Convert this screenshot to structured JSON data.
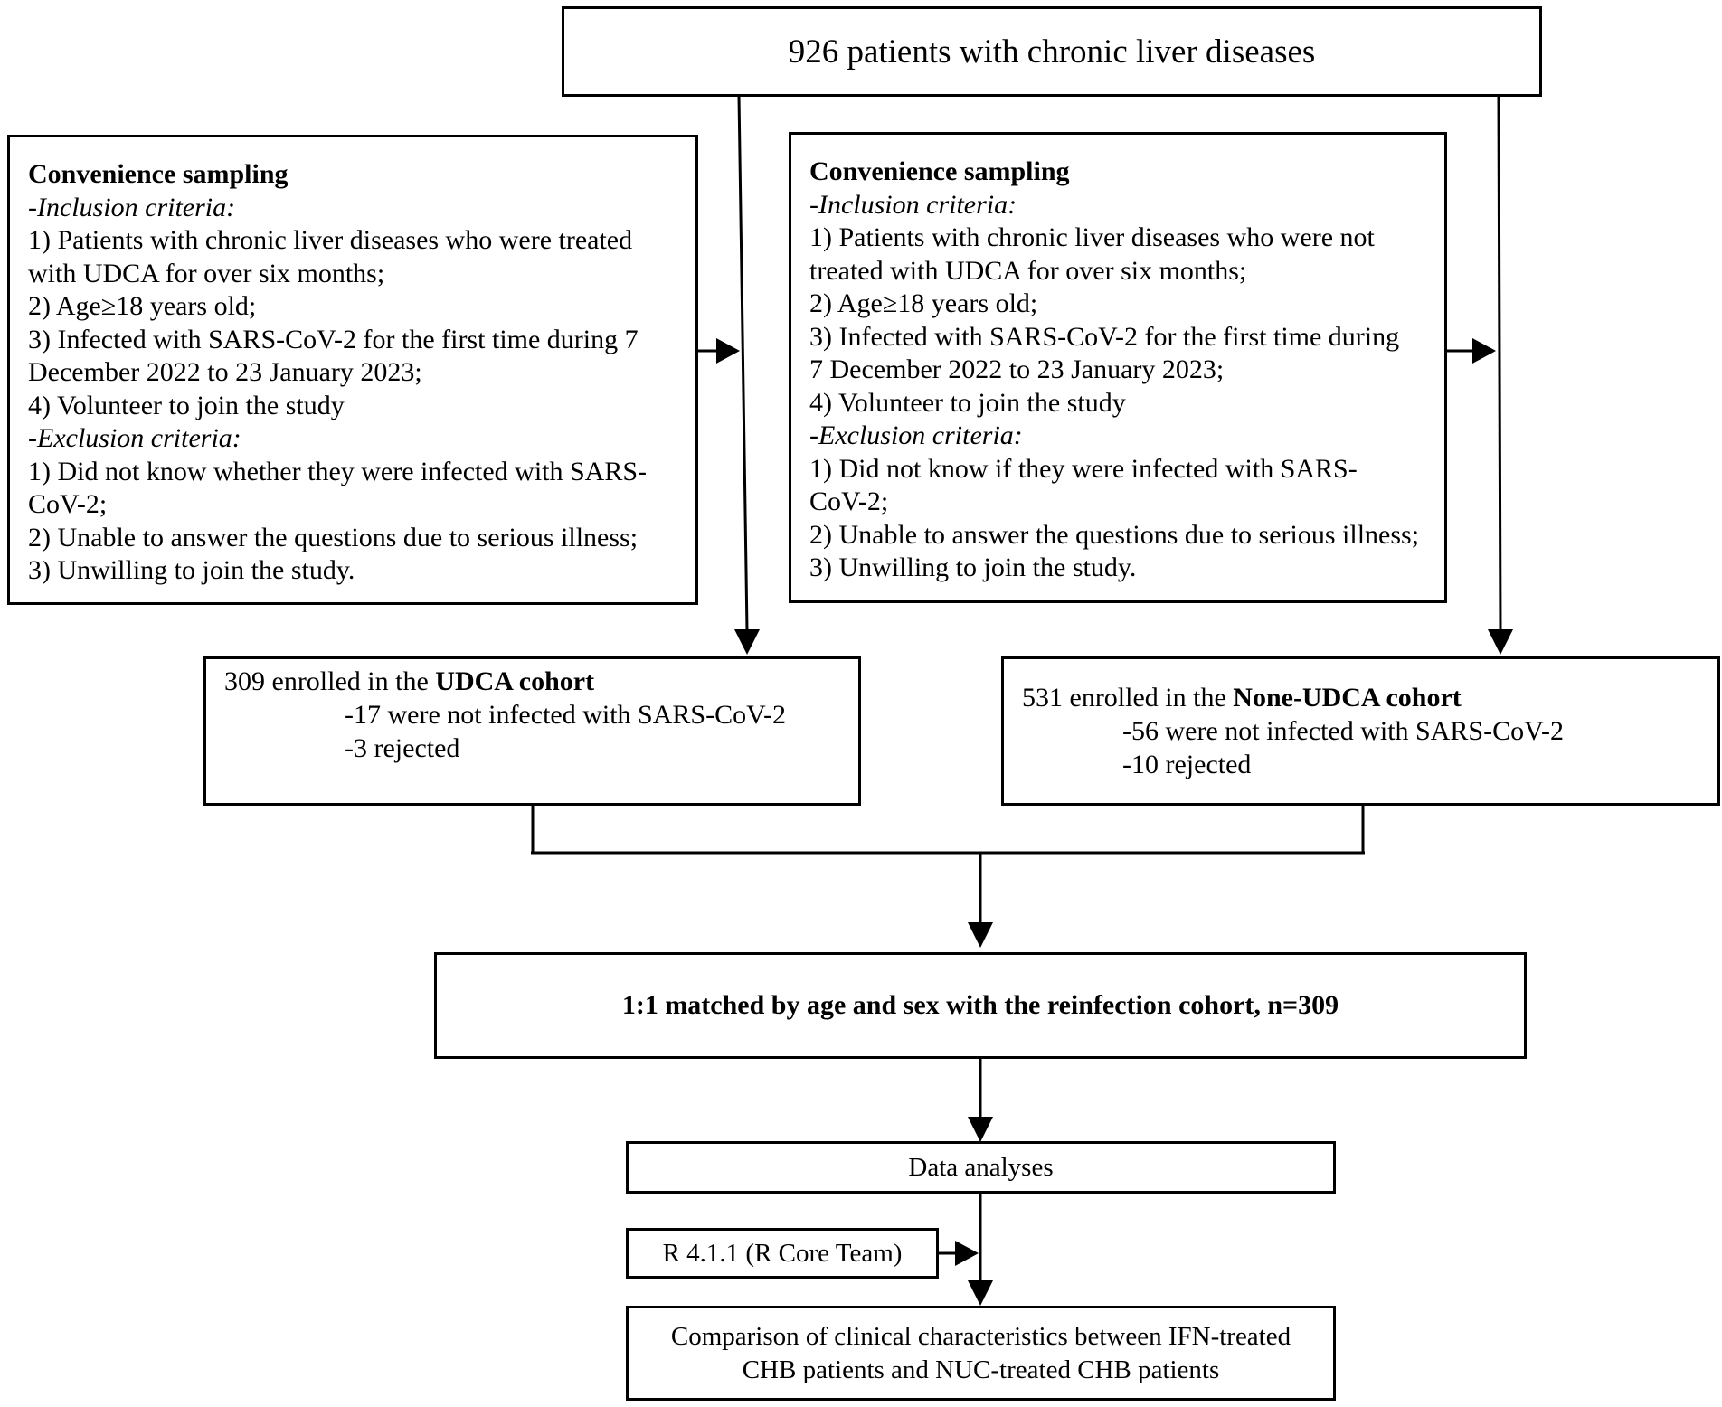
{
  "top": {
    "text": "926 patients with chronic liver diseases"
  },
  "left_criteria": {
    "lines": [
      {
        "text": "Convenience sampling",
        "style": "bold"
      },
      {
        "text": "-Inclusion criteria:",
        "style": "italic"
      },
      {
        "text": "1) Patients with chronic liver diseases who were treated",
        "style": "normal"
      },
      {
        "text": "with UDCA for over six months;",
        "style": "normal"
      },
      {
        "text": "2) Age≥18 years old;",
        "style": "normal"
      },
      {
        "text": "3) Infected with SARS-CoV-2 for the first time during 7",
        "style": "normal"
      },
      {
        "text": "December 2022 to 23 January 2023;",
        "style": "normal"
      },
      {
        "text": "4) Volunteer to join the study",
        "style": "normal"
      },
      {
        "text": "-Exclusion criteria:",
        "style": "italic"
      },
      {
        "text": "1) Did not know whether they were infected with SARS-",
        "style": "normal"
      },
      {
        "text": "CoV-2;",
        "style": "normal"
      },
      {
        "text": "2) Unable to answer the questions due to serious illness;",
        "style": "normal"
      },
      {
        "text": "3) Unwilling to join the study.",
        "style": "normal"
      }
    ]
  },
  "right_criteria": {
    "lines": [
      {
        "text": "Convenience sampling",
        "style": "bold"
      },
      {
        "text": "-Inclusion criteria:",
        "style": "italic"
      },
      {
        "text": "1) Patients with chronic liver diseases who were not",
        "style": "normal"
      },
      {
        "text": "treated with UDCA for over six months;",
        "style": "normal"
      },
      {
        "text": "2) Age≥18 years old;",
        "style": "normal"
      },
      {
        "text": "3) Infected with SARS-CoV-2 for the first time during",
        "style": "normal"
      },
      {
        "text": "7 December 2022 to 23 January 2023;",
        "style": "normal"
      },
      {
        "text": "4) Volunteer to join the study",
        "style": "normal"
      },
      {
        "text": "-Exclusion criteria:",
        "style": "italic"
      },
      {
        "text": "1) Did not know if they were infected with SARS-",
        "style": "normal"
      },
      {
        "text": "CoV-2;",
        "style": "normal"
      },
      {
        "text": "2) Unable to answer the questions due to serious illness;",
        "style": "normal"
      },
      {
        "text": "3) Unwilling to join the study.",
        "style": "normal"
      }
    ]
  },
  "udca_cohort": {
    "count_prefix": "309 enrolled in the ",
    "cohort_name": "UDCA cohort",
    "not_infected": "-17 were not infected with SARS-CoV-2",
    "rejected": "-3 rejected"
  },
  "none_udca_cohort": {
    "count_prefix": "531 enrolled in the ",
    "cohort_name": "None-UDCA cohort",
    "not_infected": "-56 were not infected with SARS-CoV-2",
    "rejected": "-10 rejected"
  },
  "matched": {
    "text": "1:1 matched by age and sex with the reinfection cohort, n=309"
  },
  "analyses": {
    "text": "Data analyses"
  },
  "software": {
    "text": "R 4.1.1 (R Core Team)"
  },
  "comparison": {
    "line1": "Comparison of clinical characteristics between IFN-treated",
    "line2": "CHB patients and NUC-treated CHB patients"
  }
}
